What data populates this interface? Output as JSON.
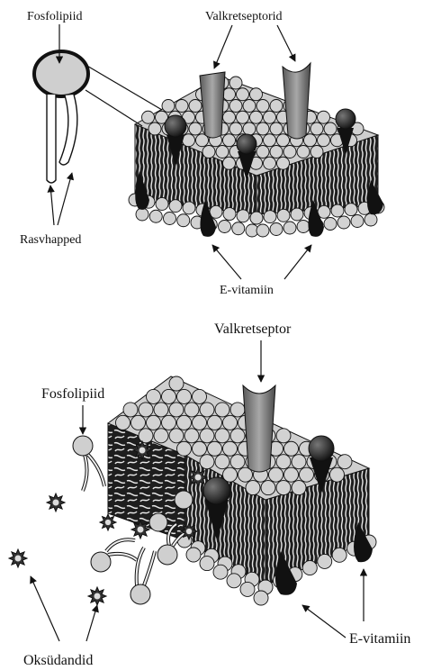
{
  "diagram": {
    "top": {
      "phospholipid_label": "Fosfolipiid",
      "receptors_label": "Valkretseptorid",
      "fatty_tails_label": "Rasvhapped",
      "vitamin_e_label": "E-vitamiin"
    },
    "bottom": {
      "receptor_label": "Valkretseptor",
      "phospholipid_label": "Fosfolipiid",
      "oxidants_label": "Oksüdandid",
      "vitamin_e_label": "E-vitamiin"
    }
  }
}
